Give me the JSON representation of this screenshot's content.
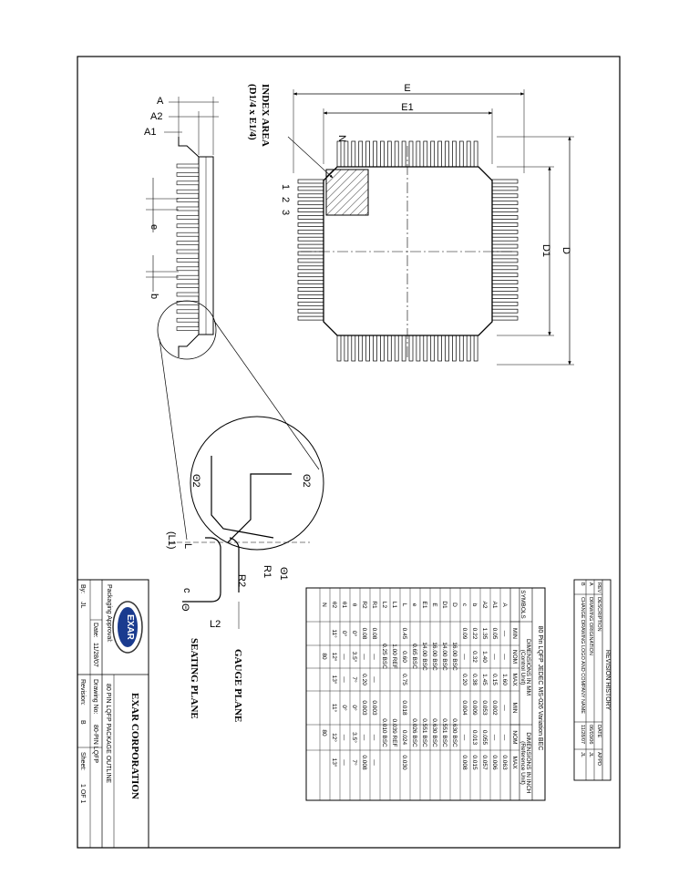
{
  "drawing": {
    "labels": {
      "A": "A",
      "A2": "A2",
      "A1": "A1",
      "E": "E",
      "E1": "E1",
      "D": "D",
      "D1": "D1",
      "e": "e",
      "b": "b",
      "N": "N",
      "pin1": "1",
      "pin2": "2",
      "pin3": "3",
      "index1": "INDEX AREA",
      "index2": "(D1/4 x E1/4)",
      "theta2a": "Θ2",
      "theta2b": "Θ2",
      "L1": "(L1)",
      "L": "L",
      "R1": "R1",
      "R2": "R2",
      "theta1": "Θ1",
      "c": "c",
      "theta": "Θ",
      "L2": "L2",
      "gauge": "GAUGE PLANE",
      "seating": "SEATING PLANE"
    }
  },
  "dim_table": {
    "title": "80 Pin LQFP JEDEC MS-026 Variation BEC",
    "head_symbols": "SYMBOLS",
    "head_mm": "DIMENSIONS IN MM",
    "head_mm_sub": "(Control Unit)",
    "head_inch": "DIMENSIONS IN INCH",
    "head_inch_sub": "(Reference Unit)",
    "subheads": [
      "MIN",
      "NOM",
      "MAX",
      "MIN",
      "NOM",
      "MAX"
    ],
    "rows": [
      {
        "sym": "A",
        "v": [
          "—",
          "—",
          "1.60",
          "—",
          "—",
          "0.063"
        ]
      },
      {
        "sym": "A1",
        "v": [
          "0.05",
          "—",
          "0.15",
          "0.002",
          "—",
          "0.006"
        ]
      },
      {
        "sym": "A2",
        "v": [
          "1.35",
          "1.40",
          "1.45",
          "0.053",
          "0.055",
          "0.057"
        ]
      },
      {
        "sym": "b",
        "v": [
          "0.22",
          "0.32",
          "0.38",
          "0.009",
          "0.013",
          "0.015"
        ]
      },
      {
        "sym": "c",
        "v": [
          "0.09",
          "—",
          "0.20",
          "0.004",
          "—",
          "0.008"
        ]
      },
      {
        "sym": "D",
        "mm": "16.00 BSC",
        "inch": "0.630 BSC"
      },
      {
        "sym": "D1",
        "mm": "14.00 BSC",
        "inch": "0.551 BSC"
      },
      {
        "sym": "E",
        "mm": "16.00 BSC",
        "inch": "0.630 BSC"
      },
      {
        "sym": "E1",
        "mm": "14.00 BSC",
        "inch": "0.551 BSC"
      },
      {
        "sym": "e",
        "mm": "0.65 BSC",
        "inch": "0.026 BSC"
      },
      {
        "sym": "L",
        "v": [
          "0.45",
          "0.60",
          "0.75",
          "0.018",
          "0.024",
          "0.030"
        ]
      },
      {
        "sym": "L1",
        "mm": "1.00 REF",
        "inch": "0.039 REF"
      },
      {
        "sym": "L2",
        "mm": "0.25 BSC",
        "inch": "0.010 BSC"
      },
      {
        "sym": "R1",
        "v": [
          "0.08",
          "—",
          "—",
          "0.003",
          "—",
          "—"
        ]
      },
      {
        "sym": "R2",
        "v": [
          "0.08",
          "—",
          "0.20",
          "0.003",
          "—",
          "0.008"
        ]
      },
      {
        "sym": "θ",
        "v": [
          "0°",
          "3.5°",
          "7°",
          "0°",
          "3.5°",
          "7°"
        ]
      },
      {
        "sym": "θ1",
        "v": [
          "0°",
          "—",
          "—",
          "0°",
          "—",
          "—"
        ]
      },
      {
        "sym": "θ2",
        "v": [
          "11°",
          "12°",
          "13°",
          "11°",
          "12°",
          "13°"
        ]
      },
      {
        "sym": "N",
        "mm": "80",
        "inch": "80"
      }
    ]
  },
  "revision": {
    "title": "REVISION HISTORY",
    "cols": [
      "REV",
      "DESCRIPTION",
      "DATE",
      "APPD"
    ],
    "rows": [
      {
        "rev": "A",
        "desc": "DRAWING ORIGINATION",
        "date": "06/03/06",
        "appd": "JL"
      },
      {
        "rev": "B",
        "desc": "CHANGE DRAWING LOGO AND COMPANY NAME",
        "date": "11/28/07",
        "appd": "JL"
      }
    ]
  },
  "title_block": {
    "company": "EXAR CORPORATION",
    "logo_text": "EXAR",
    "logo_tag": "POWERING CONNECTIVITY",
    "packaging_approval": "Packaging Approval:",
    "title": "80 PIN LQFP PACKAGE OUTLINE",
    "drawing_no_label": "Drawing No:",
    "drawing_no": "80-PIN LQFP",
    "by_label": "By:",
    "by": "JL",
    "date_label": "Date:",
    "date": "11/28/07",
    "revision_label": "Revision:",
    "revision": "B",
    "sheet_label": "Sheet:",
    "sheet": "1 OF 1"
  }
}
